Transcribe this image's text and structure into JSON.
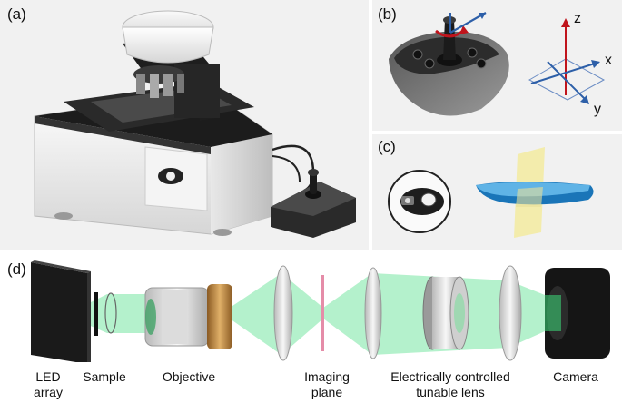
{
  "panels": {
    "a": {
      "label": "(a)"
    },
    "b": {
      "label": "(b)",
      "axes": {
        "z": "z",
        "x": "x",
        "y": "y"
      }
    },
    "c": {
      "label": "(c)"
    },
    "d": {
      "label": "(d)"
    }
  },
  "captions": {
    "led": "LED\narray",
    "sample": "Sample",
    "objective": "Objective",
    "imaging": "Imaging\nplane",
    "ectl": "Electrically controlled\ntunable lens",
    "camera": "Camera"
  },
  "colors": {
    "beam": "#3ddc7a",
    "axis_z": "#c0141c",
    "axis_xy": "#2d5fa8",
    "panel_bg": "#f1f1f1"
  },
  "icons": [
    "microscope-photo",
    "joystick-controller",
    "axis-triad",
    "tunable-lens-photo",
    "lens-surface-render"
  ]
}
